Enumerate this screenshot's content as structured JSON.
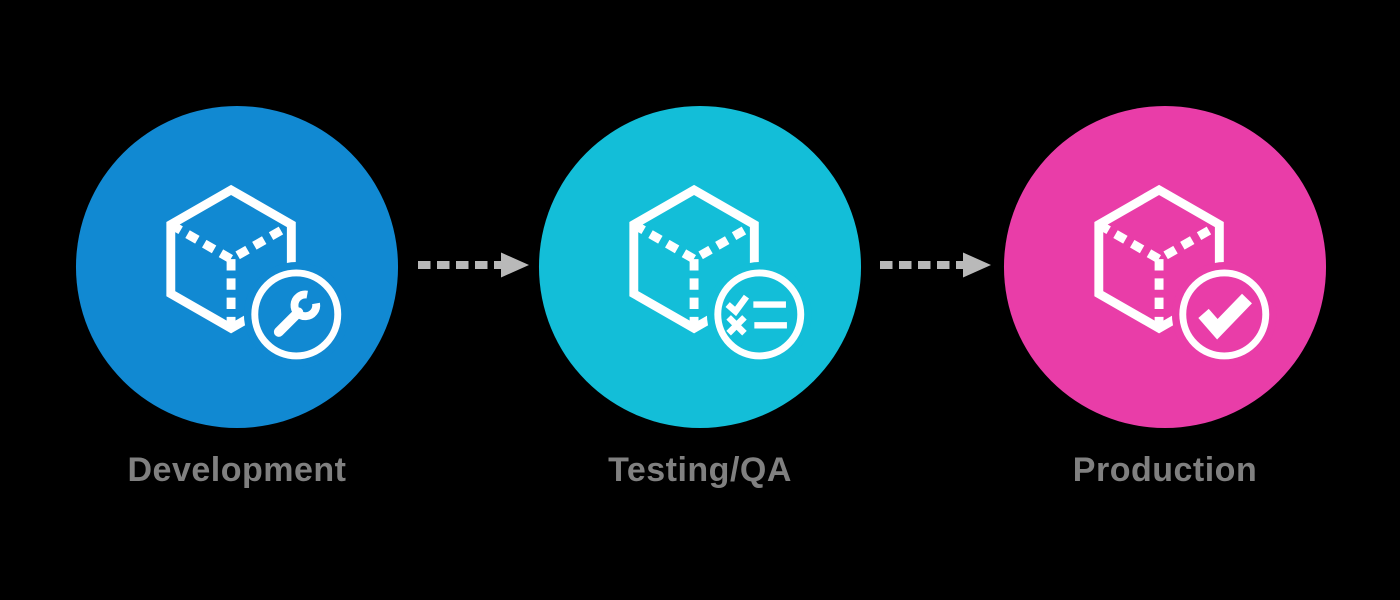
{
  "background": "#000000",
  "text_color": "#808080",
  "stages": [
    {
      "label": "Development",
      "color": "#1189d2",
      "icon": "cube-icon",
      "badge": "wrench-icon"
    },
    {
      "label": "Testing/QA",
      "color": "#13bed8",
      "icon": "cube-icon",
      "badge": "checklist-icon"
    },
    {
      "label": "Production",
      "color": "#e93da8",
      "icon": "cube-icon",
      "badge": "check-icon"
    }
  ],
  "arrows": {
    "color": "#b9b9b9",
    "style": "dashed",
    "direction": "right",
    "count": 2
  }
}
